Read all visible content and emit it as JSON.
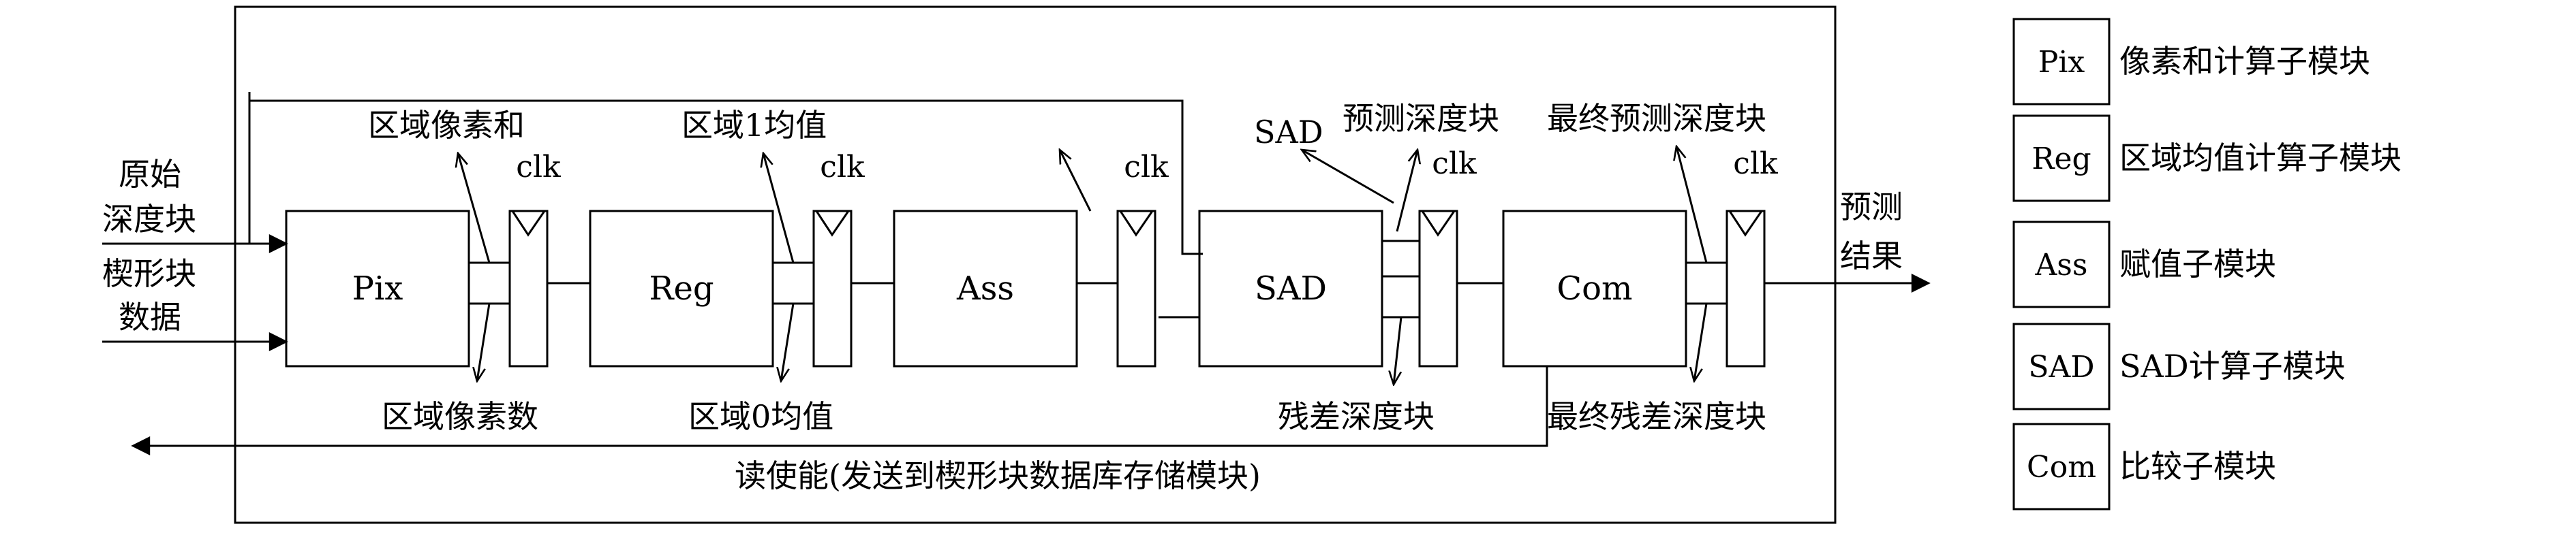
{
  "inputs": {
    "depth_line1": "原始",
    "depth_line2": "深度块",
    "wedge_line1": "楔形块",
    "wedge_line2": "数据"
  },
  "output": {
    "line1": "预测",
    "line2": "结果"
  },
  "blocks": {
    "pix": "Pix",
    "reg": "Reg",
    "ass": "Ass",
    "sad": "SAD",
    "com": "Com"
  },
  "clk": "clk",
  "labels": {
    "region_pixel_sum": "区域像素和",
    "region_pixel_count": "区域像素数",
    "region1_mean": "区域1均值",
    "region0_mean": "区域0均值",
    "sad": "SAD",
    "pred_depth_block": "预测深度块",
    "final_pred_depth_block": "最终预测深度块",
    "residual_depth_block": "残差深度块",
    "final_residual_depth_block": "最终残差深度块",
    "read_enable": "读使能(发送到楔形块数据库存储模块)"
  },
  "legend": [
    {
      "abbr": "Pix",
      "desc": "像素和计算子模块"
    },
    {
      "abbr": "Reg",
      "desc": "区域均值计算子模块"
    },
    {
      "abbr": "Ass",
      "desc": "赋值子模块"
    },
    {
      "abbr": "SAD",
      "desc": "SAD计算子模块"
    },
    {
      "abbr": "Com",
      "desc": "比较子模块"
    }
  ]
}
